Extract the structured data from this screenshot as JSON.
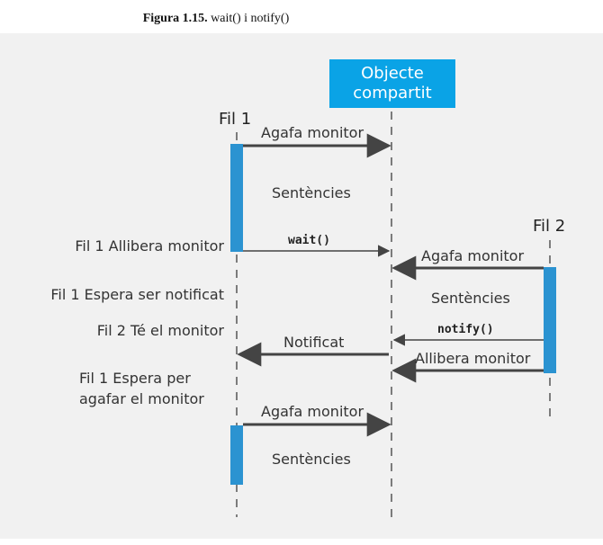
{
  "caption": {
    "number": "Figura 1.15.",
    "title": "wait() i notify()"
  },
  "shared_object": {
    "line1": "Objecte",
    "line2": "compartit"
  },
  "thread1": {
    "label": "Fil 1"
  },
  "thread2": {
    "label": "Fil 2"
  },
  "messages": {
    "m1": "Agafa monitor",
    "s1": "Sentències",
    "m_wait": "wait()",
    "m2": "Agafa monitor",
    "s2": "Sentències",
    "m_notify": "notify()",
    "m_notificat": "Notificat",
    "m_allibera": "Allibera monitor",
    "m3": "Agafa monitor",
    "s3": "Sentències"
  },
  "side_notes": {
    "n1": "Fil 1 Allibera monitor",
    "n2": "Fil 1 Espera ser notificat",
    "n3": "Fil 2 Té el monitor",
    "n4_line1": "Fil 1 Espera per",
    "n4_line2": "agafar el monitor"
  },
  "colors": {
    "activation": "#2b93d1",
    "shared_box": "#0aa3e6",
    "arrow": "#444444",
    "panel": "#f1f1f1"
  }
}
